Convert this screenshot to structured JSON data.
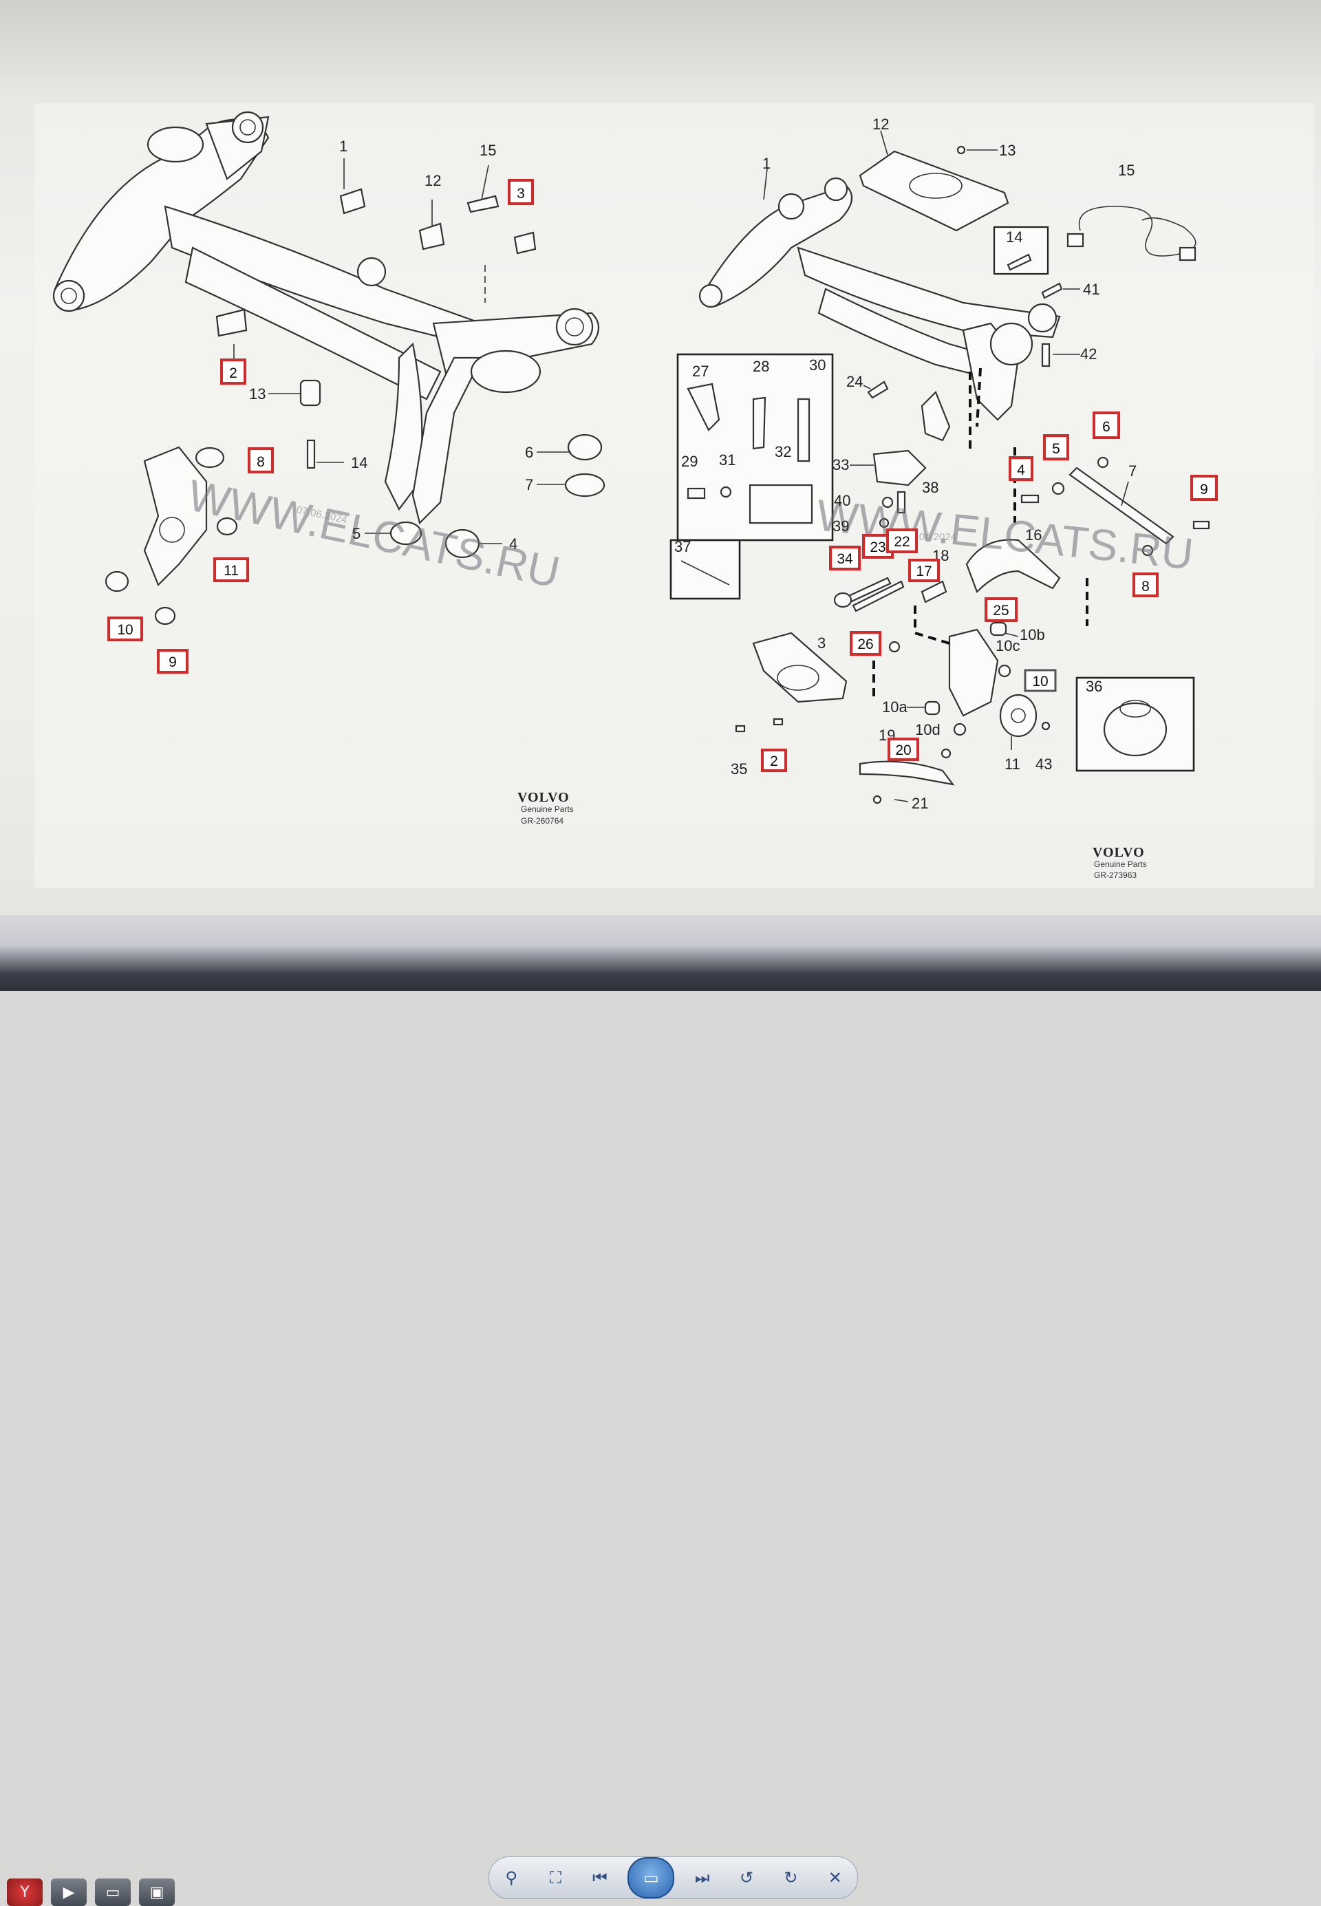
{
  "viewer": {
    "toolbar": {
      "zoom_icon": "zoom-icon",
      "fit_icon": "fit-window-icon",
      "prev_icon": "previous-icon",
      "slideshow_icon": "slideshow-icon",
      "next_icon": "next-icon",
      "rotate_left_icon": "rotate-ccw-icon",
      "rotate_right_icon": "rotate-cw-icon",
      "delete_icon": "delete-icon"
    }
  },
  "taskbar": {
    "apps": [
      {
        "icon": "yandex-browser-icon",
        "glyph": "Y"
      },
      {
        "icon": "media-player-icon",
        "glyph": "▶"
      },
      {
        "icon": "folder-icon",
        "glyph": "▭"
      },
      {
        "icon": "photo-viewer-icon",
        "glyph": "▣"
      }
    ]
  },
  "diagram_left": {
    "labels": {
      "l1": "1",
      "l15": "15",
      "l12": "12",
      "l13": "13",
      "l14": "14",
      "l6": "6",
      "l7": "7",
      "l5": "5",
      "l4": "4"
    },
    "boxed": {
      "b3": "3",
      "b2": "2",
      "b8": "8",
      "b11": "11",
      "b10": "10",
      "b9": "9"
    },
    "brand": "VOLVO",
    "subtitle": "Genuine Parts",
    "code": "GR-260764"
  },
  "diagram_right": {
    "labels": {
      "l12": "12",
      "l13": "13",
      "l1": "1",
      "l15": "15",
      "l14": "14",
      "l41": "41",
      "l42": "42",
      "l24": "24",
      "l27": "27",
      "l28": "28",
      "l30": "30",
      "l29": "29",
      "l31": "31",
      "l32": "32",
      "l33": "33",
      "l38": "38",
      "l40": "40",
      "l39": "39",
      "l37": "37",
      "l7": "7",
      "l16": "16",
      "l18": "18",
      "l3": "3",
      "l10b": "10b",
      "l10c": "10c",
      "l10a": "10a",
      "l10d": "10d",
      "l19": "19",
      "l35": "35",
      "l11": "11",
      "l43": "43",
      "l21": "21",
      "l36": "36"
    },
    "boxed": {
      "b6": "6",
      "b5": "5",
      "b4": "4",
      "b9": "9",
      "b8": "8",
      "b34": "34",
      "b23": "23",
      "b22": "22",
      "b17": "17",
      "b25": "25",
      "b26": "26",
      "b10": "10",
      "b2": "2",
      "b20": "20"
    },
    "brand": "VOLVO",
    "subtitle": "Genuine Parts",
    "code": "GR-273963"
  },
  "watermark": {
    "text": "WWW.ELCATS.RU",
    "date_left": "07.06.2024",
    "date_right": "07.06.2024"
  },
  "colors": {
    "callout_box": "#d42a2a",
    "ink": "#333333",
    "paper": "#f2f2ef",
    "toolbar_accent": "#2a65b0"
  }
}
